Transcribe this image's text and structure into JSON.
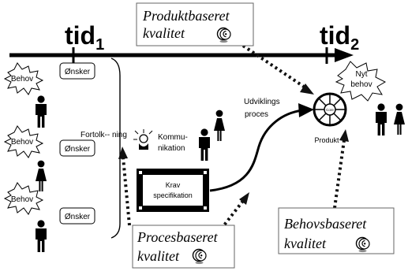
{
  "timeline": {
    "t1": {
      "base": "tid",
      "sub": "1"
    },
    "t2": {
      "base": "tid",
      "sub": "2"
    }
  },
  "quality_boxes": {
    "product": {
      "line1": "Produktbaseret",
      "line2": "kvalitet"
    },
    "process": {
      "line1": "Procesbaseret",
      "line2": "kvalitet"
    },
    "need": {
      "line1": "Behovsbaseret",
      "line2": "kvalitet"
    }
  },
  "needs": [
    {
      "need": "Behov",
      "wish": "Ønsker"
    },
    {
      "need": "Behov",
      "wish": "Ønsker"
    },
    {
      "need": "Behov",
      "wish": "Ønsker"
    }
  ],
  "labels": {
    "interpretation": "Fortolk-- ning",
    "communication_1": "Kommu-",
    "communication_2": "nikation",
    "dev_process_1": "Udviklings",
    "dev_process_2": "proces",
    "spec_1": "Krav",
    "spec_2": "specifikation",
    "product": "Produkt",
    "product_core": "Core",
    "new_need_1": "Nyt",
    "new_need_2": "behov"
  },
  "colors": {
    "ink": "#000000",
    "arrow": "#111111",
    "box_border": "#666666",
    "coin_gray": "#8a8a8a"
  },
  "icons": [
    "person-male-icon",
    "person-female-icon",
    "speech-burst-icon",
    "quality-coin-icon",
    "product-wheel-icon",
    "loudspeaker-person-icon"
  ]
}
